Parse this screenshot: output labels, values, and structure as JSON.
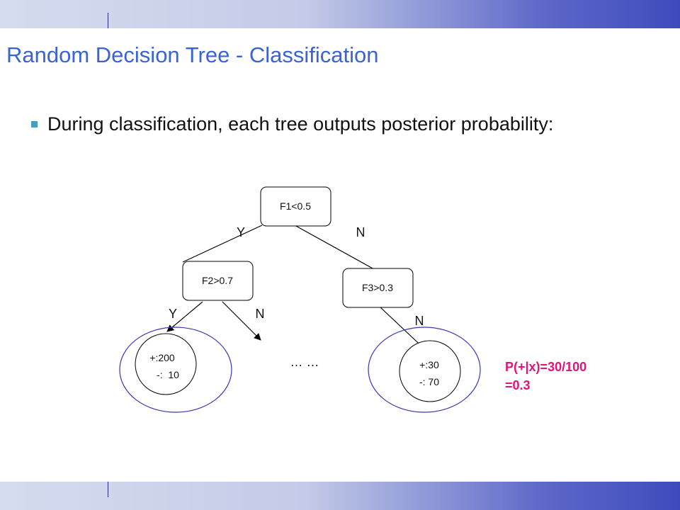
{
  "slide": {
    "title": "Random Decision Tree - Classification",
    "bullet": "During classification, each tree outputs posterior probability:"
  },
  "tree": {
    "root": "F1<0.5",
    "left_node": "F2>0.7",
    "right_node": "F3>0.3",
    "root_left_label": "Y",
    "root_right_label": "N",
    "left_left_label": "Y",
    "left_right_label": "N",
    "right_down_label": "N",
    "leaf_left": [
      "+:200",
      "-:  10"
    ],
    "leaf_right": [
      "+:30",
      "-: 70"
    ],
    "ellipsis": "… …"
  },
  "result": {
    "line1": "P(+|x)=30/100",
    "line2": "=0.3"
  },
  "colors": {
    "title": "#3a63d6",
    "highlight": "#e0157a",
    "ellipse_stroke": "#3a37b8",
    "bullet": "#41a0bf"
  }
}
